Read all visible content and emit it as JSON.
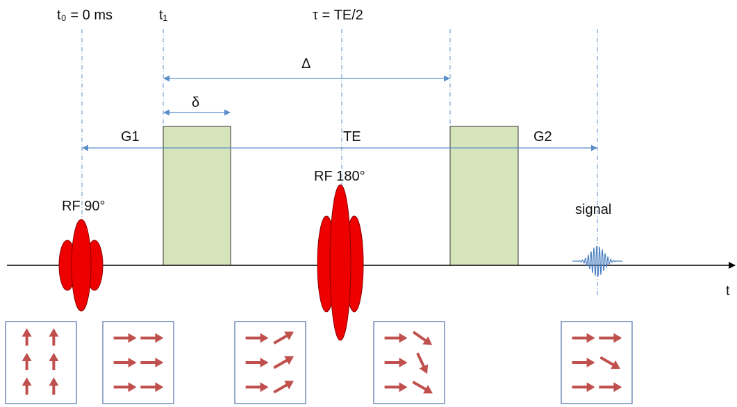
{
  "labels": {
    "t0": "t₀ = 0 ms",
    "t1": "t₁",
    "tau": "τ = TE/2",
    "delta_cap": "Δ",
    "delta_small": "δ",
    "g1": "G1",
    "te": "TE",
    "g2": "G2",
    "rf180": "RF 180°",
    "rf90": "RF 90°",
    "signal": "signal",
    "time_axis": "t"
  },
  "colors": {
    "rf_pulse": "#ee0000",
    "gradient_fill": "#d6e4bc",
    "marker_line": "#5b8fc9",
    "signal_wave": "#4a7fc0",
    "spin_arrow": "#c0504d",
    "spin_box_border": "#4f6fa8",
    "axis": "#000000"
  },
  "spin_boxes": [
    {
      "name": "spins-after-excitation",
      "arrow_angles_deg": [
        90,
        90,
        90,
        90,
        90,
        90
      ]
    },
    {
      "name": "spins-transverse",
      "arrow_angles_deg": [
        0,
        0,
        0,
        0,
        0,
        0
      ]
    },
    {
      "name": "spins-dephased",
      "arrow_angles_deg": [
        0,
        30,
        0,
        30,
        0,
        30
      ]
    },
    {
      "name": "spins-after-refocusing",
      "arrow_angles_deg": [
        0,
        -35,
        0,
        -65,
        0,
        -30
      ]
    },
    {
      "name": "spins-at-echo",
      "arrow_angles_deg": [
        0,
        0,
        0,
        -30,
        0,
        0
      ]
    }
  ]
}
